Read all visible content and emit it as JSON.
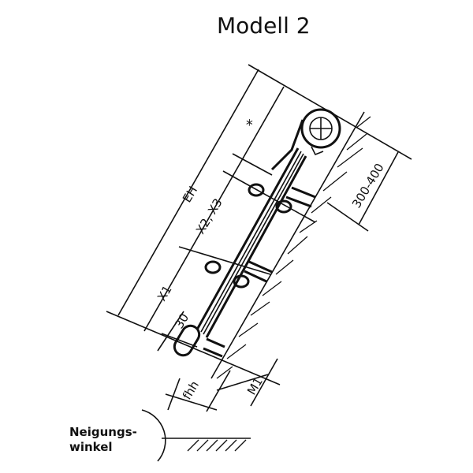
{
  "title": "Modell 2",
  "labels": {
    "eh": "EH",
    "x2x3": "X2, X3",
    "x1": "X1",
    "thirty": "30",
    "star": "*",
    "range": "300-400",
    "fhh": "fhh",
    "m1": "M1",
    "angle_line1": "Neigungs-",
    "angle_line2": "winkel"
  },
  "colors": {
    "ink": "#111111",
    "background": "#ffffff"
  }
}
